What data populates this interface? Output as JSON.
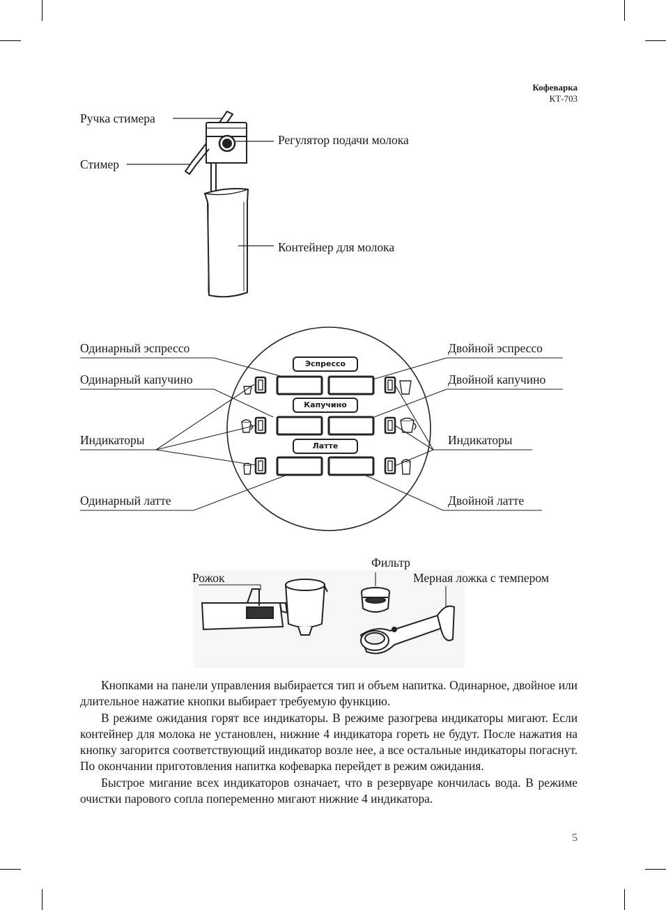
{
  "header": {
    "title": "Кофеварка",
    "model": "КТ-703"
  },
  "diagram1": {
    "labels": {
      "steamer_handle": "Ручка стимера",
      "steamer": "Стимер",
      "milk_regulator": "Регулятор подачи молока",
      "milk_container": "Контейнер для молока"
    }
  },
  "panel": {
    "buttons": {
      "espresso": "Эспрессо",
      "cappuccino": "Капучино",
      "latte": "Латте"
    },
    "labels": {
      "single_espresso": "Одинарный эспрессо",
      "double_espresso": "Двойной эспрессо",
      "single_cappuccino": "Одинарный капучино",
      "double_cappuccino": "Двойной капучино",
      "indicators_left": "Индикаторы",
      "indicators_right": "Индикаторы",
      "single_latte": "Одинарный латте",
      "double_latte": "Двойной латте"
    }
  },
  "diagram3": {
    "labels": {
      "filter": "Фильтр",
      "holder": "Рожок",
      "spoon": "Мерная ложка с темпером"
    }
  },
  "body": {
    "p1": "Кнопками на панели управления выбирается тип и объем напитка. Одинарное, двойное или длительное нажатие кнопки выбирает требуемую функцию.",
    "p2": "В режиме ожидания горят все индикаторы. В режиме разогрева индикаторы мигают. Если контейнер для молока не установлен, нижние 4 индикатора гореть не будут. После нажатия на кнопку загорится соответствующий индикатор возле нее, а все остальные индикаторы погаснут. По окончании приготовления напитка кофеварка перейдет в режим ожидания.",
    "p3": "Быстрое мигание всех индикаторов означает, что в резервуаре кончилась вода. В режиме очистки парового сопла попеременно мигают нижние 4 индикатора."
  },
  "page_number": "5"
}
